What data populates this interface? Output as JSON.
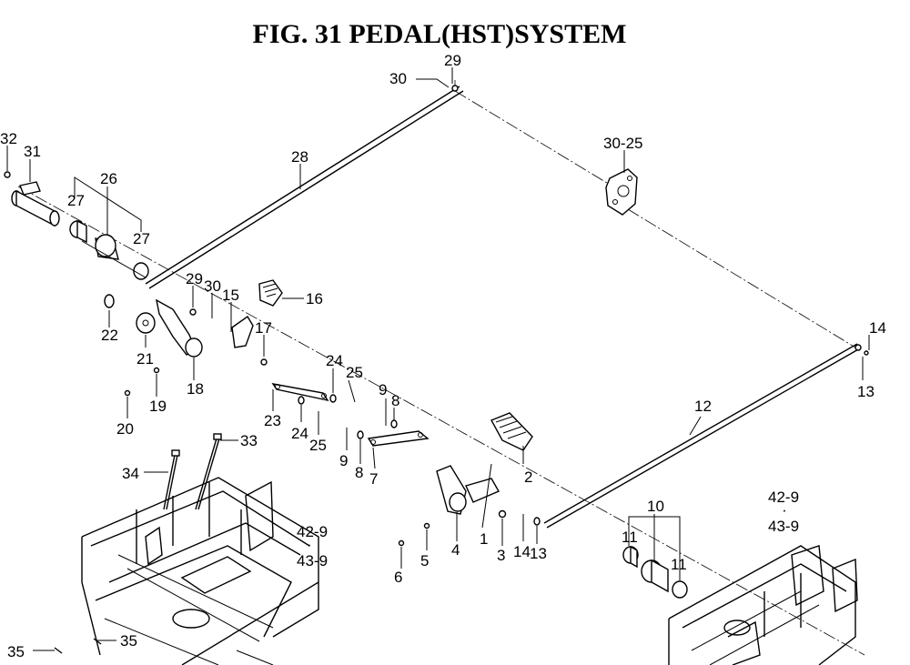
{
  "title": "FIG. 31  PEDAL(HST)SYSTEM",
  "labels": [
    "29",
    "30",
    "30-25",
    "32",
    "31",
    "26",
    "27",
    "27",
    "28",
    "29",
    "30",
    "15",
    "16",
    "22",
    "21",
    "17",
    "18",
    "19",
    "20",
    "24",
    "25",
    "23",
    "24",
    "25",
    "9",
    "8",
    "9",
    "8",
    "7",
    "14",
    "13",
    "12",
    "2",
    "1",
    "3",
    "4",
    "5",
    "6",
    "14",
    "13",
    "10",
    "11",
    "11",
    "42-9",
    "·",
    "43-9",
    "42-9",
    "·",
    "43-9",
    "34",
    "33",
    "35",
    "35"
  ]
}
